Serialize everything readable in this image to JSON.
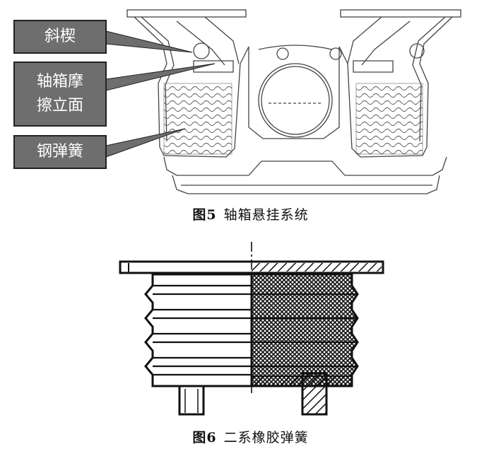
{
  "figure5": {
    "labels": {
      "wedge": "斜楔",
      "axlebox_friction_line1": "轴箱摩",
      "axlebox_friction_line2": "擦立面",
      "steel_spring": "钢弹簧"
    },
    "caption_number": "图5",
    "caption_text": "轴箱悬挂系统"
  },
  "figure6": {
    "caption_number": "图6",
    "caption_text": "二系橡胶弹簧"
  }
}
